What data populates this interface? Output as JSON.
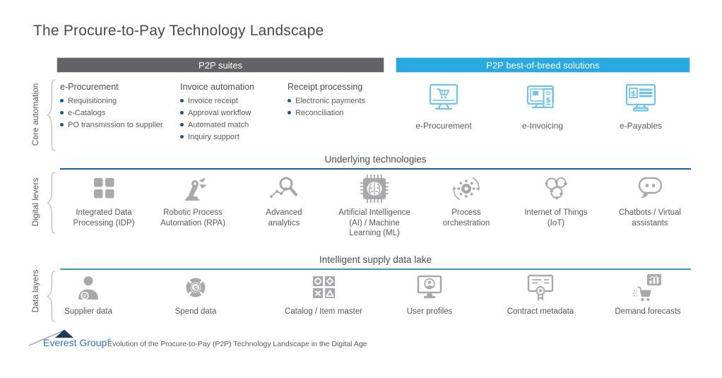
{
  "title": "The Procure-to-Pay Technology Landscape",
  "headers": {
    "suites": "P2P suites",
    "best_of_breed": "P2P best-of-breed solutions"
  },
  "side_labels": {
    "core": "Core automation",
    "digital": "Digital levers",
    "data": "Data layers"
  },
  "suites": {
    "columns": [
      {
        "heading": "e-Procurement",
        "items": [
          "Requisitioning",
          "e-Catalogs",
          "PO transmission to supplier"
        ]
      },
      {
        "heading": "Invoice automation",
        "items": [
          "Invoice receipt",
          "Approval workflow",
          "Automated match",
          "Inquiry support"
        ]
      },
      {
        "heading": "Receipt processing",
        "items": [
          "Electronic payments",
          "Reconciliation"
        ]
      }
    ]
  },
  "best_of_breed": {
    "items": [
      {
        "label": "e-Procurement",
        "icon": "monitor-shopping-cart-icon"
      },
      {
        "label": "e-Invoicing",
        "icon": "monitor-invoice-icon"
      },
      {
        "label": "e-Payables",
        "icon": "monitor-payment-icon"
      }
    ]
  },
  "technologies": {
    "heading": "Underlying technologies",
    "items": [
      {
        "label": "Integrated Data\nProcessing (IDP)",
        "icon": "grid-squares-icon"
      },
      {
        "label": "Robotic Process\nAutomation (RPA)",
        "icon": "robot-arm-icon"
      },
      {
        "label": "Advanced\nanalytics",
        "icon": "magnifier-chart-icon"
      },
      {
        "label": "Artificial Intelligence\n(AI) / Machine\nLearning (ML)",
        "icon": "chip-brain-icon"
      },
      {
        "label": "Process\norchestration",
        "icon": "gear-cycle-icon"
      },
      {
        "label": "Internet of Things\n(IoT)",
        "icon": "connected-nodes-icon"
      },
      {
        "label": "Chatbots / Virtual\nassistants",
        "icon": "chatbot-icon"
      }
    ]
  },
  "data_lake": {
    "heading": "Intelligent supply data lake",
    "items": [
      {
        "label": "Supplier data",
        "icon": "person-badge-icon"
      },
      {
        "label": "Spend data",
        "icon": "donut-dollar-icon"
      },
      {
        "label": "Catalog / Item master",
        "icon": "symbol-grid-icon"
      },
      {
        "label": "User profiles",
        "icon": "monitor-user-icon"
      },
      {
        "label": "Contract metadata",
        "icon": "certificate-icon"
      },
      {
        "label": "Demand forecasts",
        "icon": "cart-forecast-icon"
      }
    ]
  },
  "footer": {
    "brand": "Everest Group",
    "reg": "®",
    "caption": "Evolution of the Procure-to-Pay (P2P) Technology Landscape in the Digital Age"
  },
  "colors": {
    "suites_bar": "#616365",
    "best_of_breed_bar": "#29a9e0",
    "bullet": "#17568c",
    "icon_gray": "#a7a9ac",
    "icon_blue": "#6fc3ea",
    "tech_rule": "#1f5c99",
    "data_rule": "#3d9cb2",
    "brand_blue": "#2e74b5"
  }
}
